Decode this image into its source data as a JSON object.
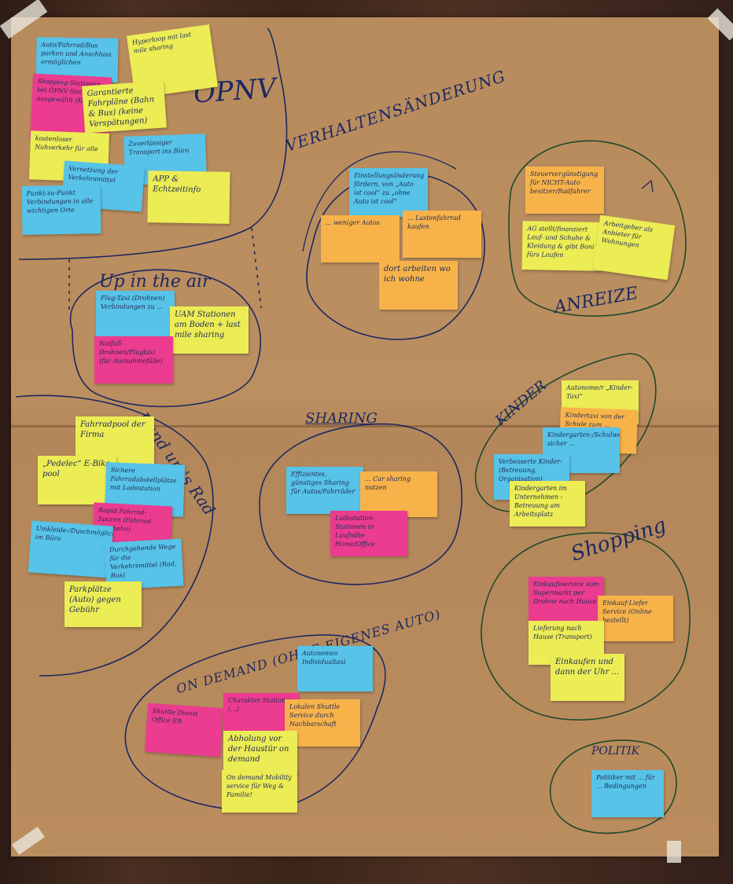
{
  "image": {
    "description": "photo of a brainstorming poster with sticky notes"
  },
  "labels": {
    "oepnv": "ÖPNV",
    "verhalten": "VERHALTENSÄNDERUNG",
    "anreize": "ANREIZE",
    "up": "Up in the air",
    "rund": "Rund um's Rad",
    "sharing": "SHARING",
    "kinder": "KINDER",
    "shopping": "Shopping",
    "ondemand": "ON DEMAND (OHNE EIGENES AUTO)",
    "politik": "POLITIK"
  },
  "notes": {
    "n01": "Auto/Fahrrad/Bus parken und Anschluss ermöglichen",
    "n02": "Hyperloop mit last mile sharing",
    "n03": "Shopping-Stationen bei ÖPNV-Stellen ausgewählt (Konsum)",
    "n04": "Garantierte Fahrpläne (Bahn & Bus) (keine Verspätungen)",
    "n05": "kostenloser Nahverkehr für alle",
    "n06": "Zuverlässiger Transport ins Büro",
    "n07": "Vernetzung der Verkehrsmittel",
    "n08": "APP & Echtzeitinfo",
    "n09": "Punkt-zu-Punkt Verbindungen in alle wichtigen Orte",
    "n10": "Einstellungsänderung fördern, von „Auto ist cool“ zu „ohne Auto ist cool“",
    "n11": "... weniger Autos",
    "n12": "... Lastenfahrrad kaufen",
    "n13": "dort arbeiten wo ich wohne",
    "n14": "Steuervergünstigung für NICHT-Auto besitzer/Radfahrer",
    "n15": "AG stellt/finanziert Lauf- und Schuhe & Kleidung & gibt Boni fürs Laufen",
    "n16": "Arbeitgeber als Anbieter für Wohnungen",
    "n17": "Flug-Taxi (Drohnen) Verbindungen zu ...",
    "n18": "UAM Stationen am Boden + last mile sharing",
    "n19": "Notfall-Drohnen/Flugtaxi (für Ausnahmefälle)",
    "n20": "Fahrradpool der Firma",
    "n21": "„Pedelec“ E-Bike pool",
    "n22": "Sichere Fahrradabstellplätze mit Ladestation",
    "n23": "Rapid Fahrrad-Spuren (Fahrrad-Autobahn)",
    "n24": "Umkleide-/Duschmöglichkeiten im Büro",
    "n25": "Durchgehende Wege für die Verkehrsmittel (Rad, Bus)",
    "n26": "Parkplätze (Auto) gegen Gebühr",
    "n27": "Effizientes, günstiges Sharing für Autos/Fahrräder",
    "n28": "... Car sharing nutzen",
    "n29": "Ladestation-Stationen in Laufnähe Home/Office",
    "n30": "Autonome/r „Kinder-Taxi“",
    "n31": "Kindertaxi von der Schule zum ...",
    "n32": "Kindergarten-/Schulweg sicher ...",
    "n33": "Verbesserte Kinder- (Betreuung, Organisation)",
    "n34": "Kindergarten im Unternehmen - Betreuung am Arbeitsplatz",
    "n35": "Einkaufsservice vom Supermarkt per Drohne nach Hause",
    "n36": "Einkauf-Liefer Service (Online bestellt)",
    "n37": "Lieferung nach Hause (Transport)",
    "n38": "Einkaufen und dann der Uhr ...",
    "n39": "Autonomes Individualtaxi",
    "n40": "Shuttle Dienst Office ER",
    "n41": "Charakter Stationen (...)",
    "n42": "Lokalen Shuttle Service durch Nachbarschaft",
    "n43": "Abholung vor der Haustür on demand",
    "n44": "On demand Mobility service für Weg & Familie!",
    "n45": "Politiker mit ... für ... Bedingungen"
  },
  "colors": {
    "cyan": "#57c3e8",
    "yellow": "#ecec55",
    "orange": "#f7b34a",
    "pink": "#ec3c8f",
    "ink": "#1d2860",
    "paper": "#b98c5e"
  }
}
